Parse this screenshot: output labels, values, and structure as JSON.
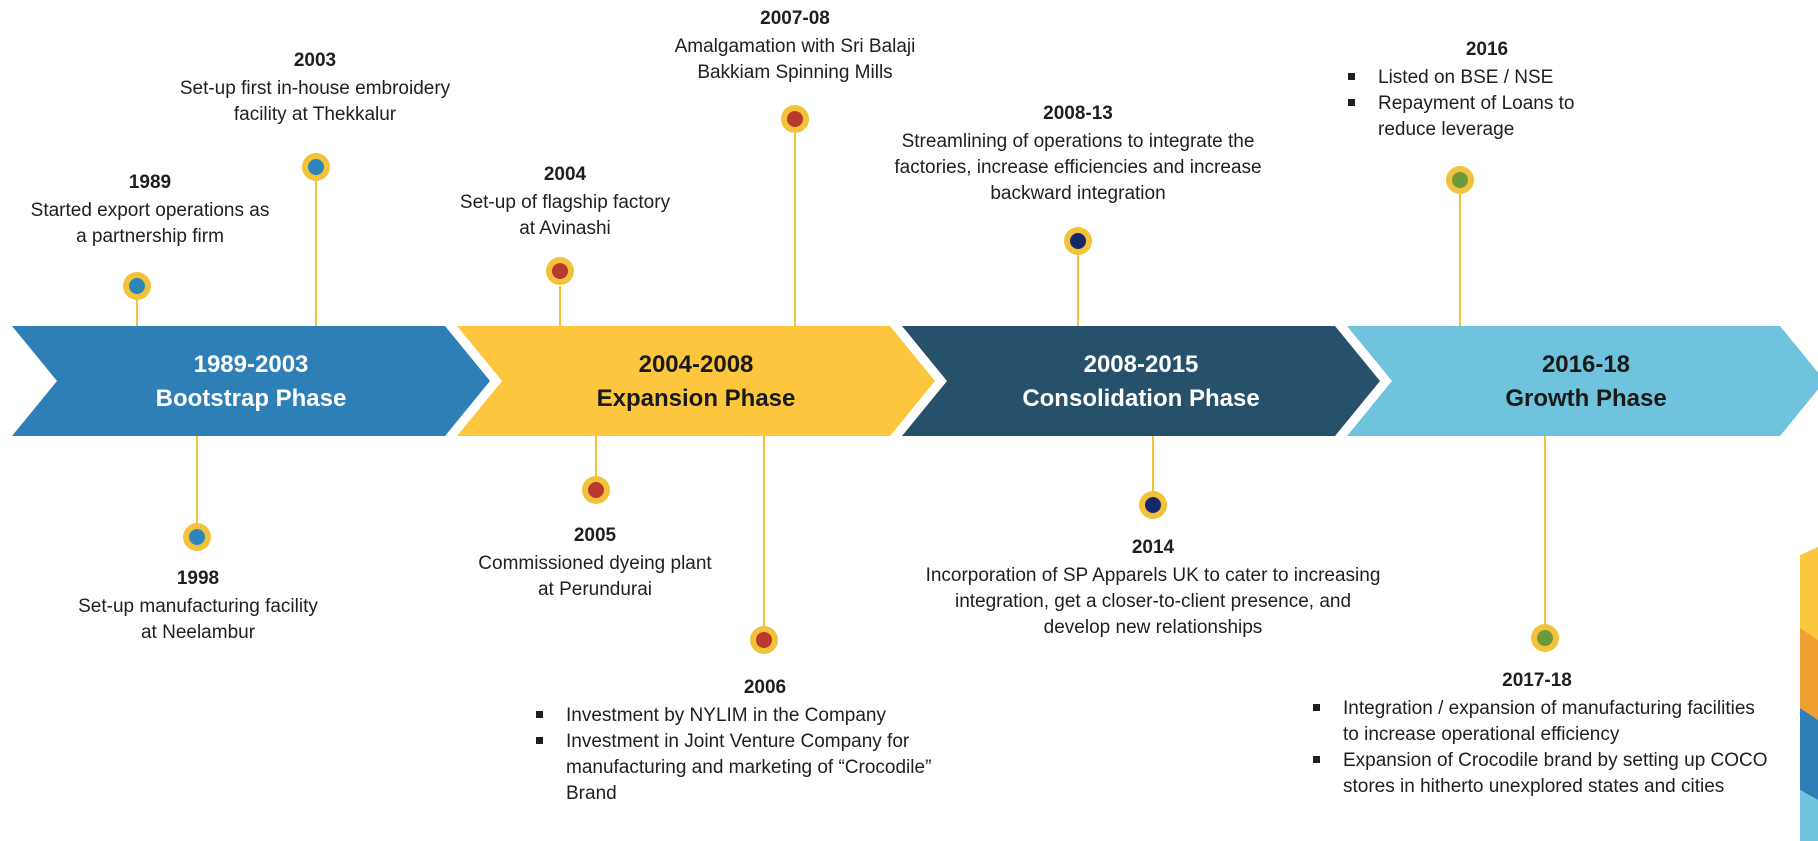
{
  "colors": {
    "phase1": "#2e7fb5",
    "phase2": "#fcc73f",
    "phase3": "#27506b",
    "phase4": "#6fc3dc",
    "stem": "#f2c23b",
    "dot_ring": "#f2c23b"
  },
  "phases": [
    {
      "years": "1989-2003",
      "name": "Bootstrap Phase"
    },
    {
      "years": "2004-2008",
      "name": "Expansion Phase"
    },
    {
      "years": "2008-2015",
      "name": "Consolidation Phase"
    },
    {
      "years": "2016-18",
      "name": "Growth Phase"
    }
  ],
  "events": {
    "e1989": {
      "year": "1989",
      "lines": [
        "Started export operations as",
        "a partnership  firm"
      ],
      "dot": "#2e86b8"
    },
    "e2003": {
      "year": "2003",
      "lines": [
        "Set-up first in-house embroidery",
        "facility at Thekkalur"
      ],
      "dot": "#2e86b8"
    },
    "e1998": {
      "year": "1998",
      "lines": [
        "Set-up manufacturing facility",
        "at Neelambur"
      ],
      "dot": "#2e86b8"
    },
    "e2004": {
      "year": "2004",
      "lines": [
        "Set-up of flagship factory",
        "at Avinashi"
      ],
      "dot": "#b83a2e"
    },
    "e2007": {
      "year": "2007-08",
      "lines": [
        "Amalgamation with Sri Balaji",
        "Bakkiam Spinning Mills"
      ],
      "dot": "#b83a2e"
    },
    "e2005": {
      "year": "2005",
      "lines": [
        "Commissioned dyeing plant",
        "at Perundurai"
      ],
      "dot": "#b83a2e"
    },
    "e2006": {
      "year": "2006",
      "bullets": [
        "Investment by NYLIM in the Company",
        "Investment in Joint Venture Company for manufacturing and marketing of “Crocodile” Brand"
      ],
      "dot": "#b83a2e"
    },
    "e2008": {
      "year": "2008-13",
      "lines": [
        "Streamlining of operations to integrate the",
        "factories, increase efficiencies and increase",
        "backward integration"
      ],
      "dot": "#16286b"
    },
    "e2014": {
      "year": "2014",
      "lines": [
        "Incorporation of SP Apparels UK to cater to increasing",
        "integration, get a closer-to-client presence, and",
        "develop new relationships"
      ],
      "dot": "#16286b"
    },
    "e2016": {
      "year": "2016",
      "bullets": [
        "Listed on BSE / NSE",
        "Repayment of Loans to reduce leverage"
      ],
      "dot": "#6a9a3c"
    },
    "e2017": {
      "year": "2017-18",
      "bullets": [
        "Integration / expansion  of manufacturing facilities  to increase operational efficiency",
        "Expansion of Crocodile brand by setting up COCO stores in hitherto unexplored states and cities"
      ],
      "dot": "#6a9a3c"
    }
  }
}
